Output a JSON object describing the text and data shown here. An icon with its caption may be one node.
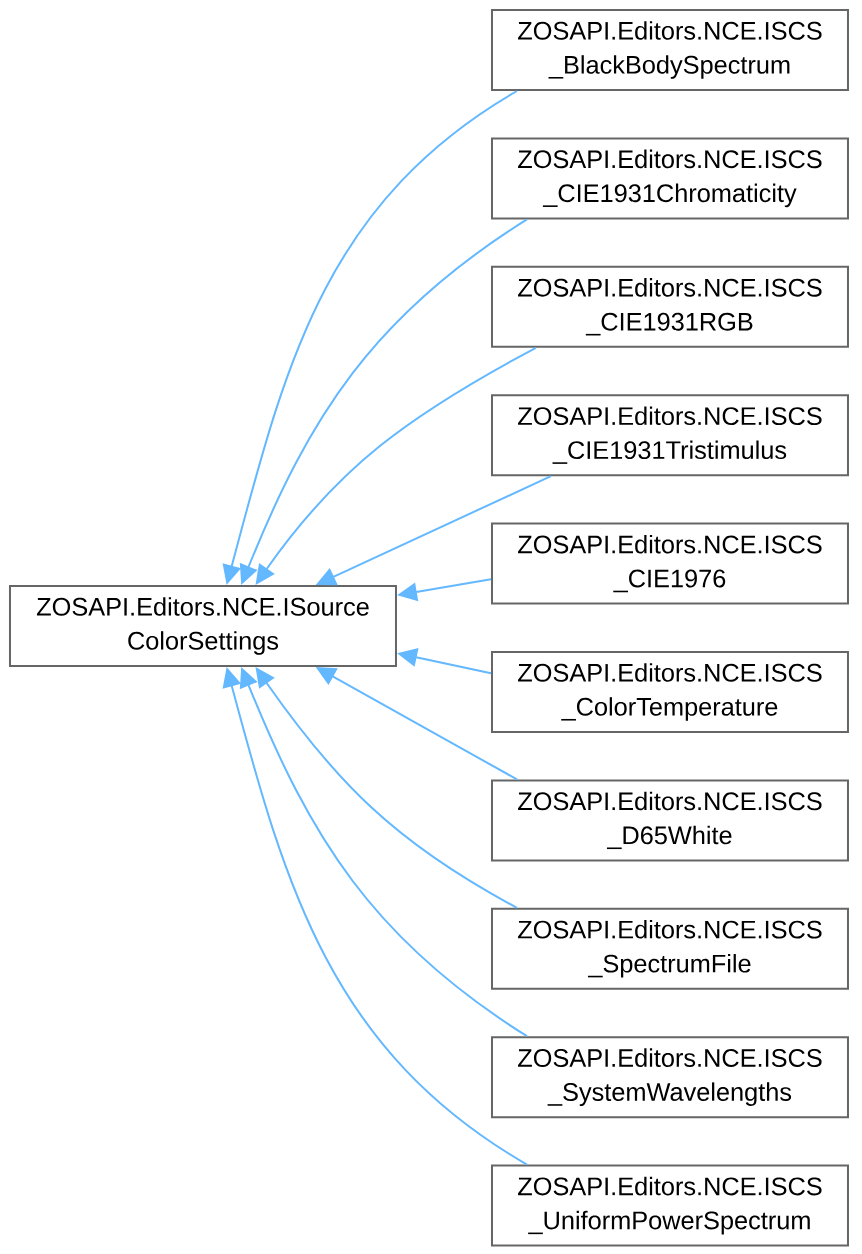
{
  "diagram": {
    "nodes": [
      {
        "text": [
          "ZOSAPI.Editors.NCE.ISource ColorSettings"
        ]
      },
      {
        "text": [
          "ZOSAPI.Editors.NCE.ISCS _BlackBodySpectrum"
        ]
      },
      {
        "text": [
          "ZOSAPI.Editors.NCE.ISCS _CIE1931Chromaticity"
        ]
      },
      {
        "text": [
          "ZOSAPI.Editors.NCE.ISCS _CIE1931RGB"
        ]
      },
      {
        "text": [
          "ZOSAPI.Editors.NCE.ISCS _CIE1931Tristimulus"
        ]
      },
      {
        "text": [
          "ZOSAPI.Editors.NCE.ISCS _CIE1976"
        ]
      },
      {
        "text": [
          "ZOSAPI.Editors.NCE.ISCS _ColorTemperature"
        ]
      },
      {
        "text": [
          "ZOSAPI.Editors.NCE.ISCS _D65White"
        ]
      },
      {
        "text": [
          "ZOSAPI.Editors.NCE.ISCS _SpectrumFile"
        ]
      },
      {
        "text": [
          "ZOSAPI.Editors.NCE.ISCS _SystemWavelengths"
        ]
      },
      {
        "text": [
          "ZOSAPI.Editors.NCE.ISCS _UniformPowerSpectrum"
        ]
      }
    ],
    "edges": [
      {
        "from": 1,
        "to": 0,
        "arrow": "to"
      },
      {
        "from": 2,
        "to": 0,
        "arrow": "to"
      },
      {
        "from": 3,
        "to": 0,
        "arrow": "to"
      },
      {
        "from": 4,
        "to": 0,
        "arrow": "to"
      },
      {
        "from": 5,
        "to": 0,
        "arrow": "to"
      },
      {
        "from": 6,
        "to": 0,
        "arrow": "to"
      },
      {
        "from": 7,
        "to": 0,
        "arrow": "to"
      },
      {
        "from": 8,
        "to": 0,
        "arrow": "to"
      },
      {
        "from": 9,
        "to": 0,
        "arrow": "to"
      },
      {
        "from": 10,
        "to": 0,
        "arrow": "to"
      }
    ]
  }
}
